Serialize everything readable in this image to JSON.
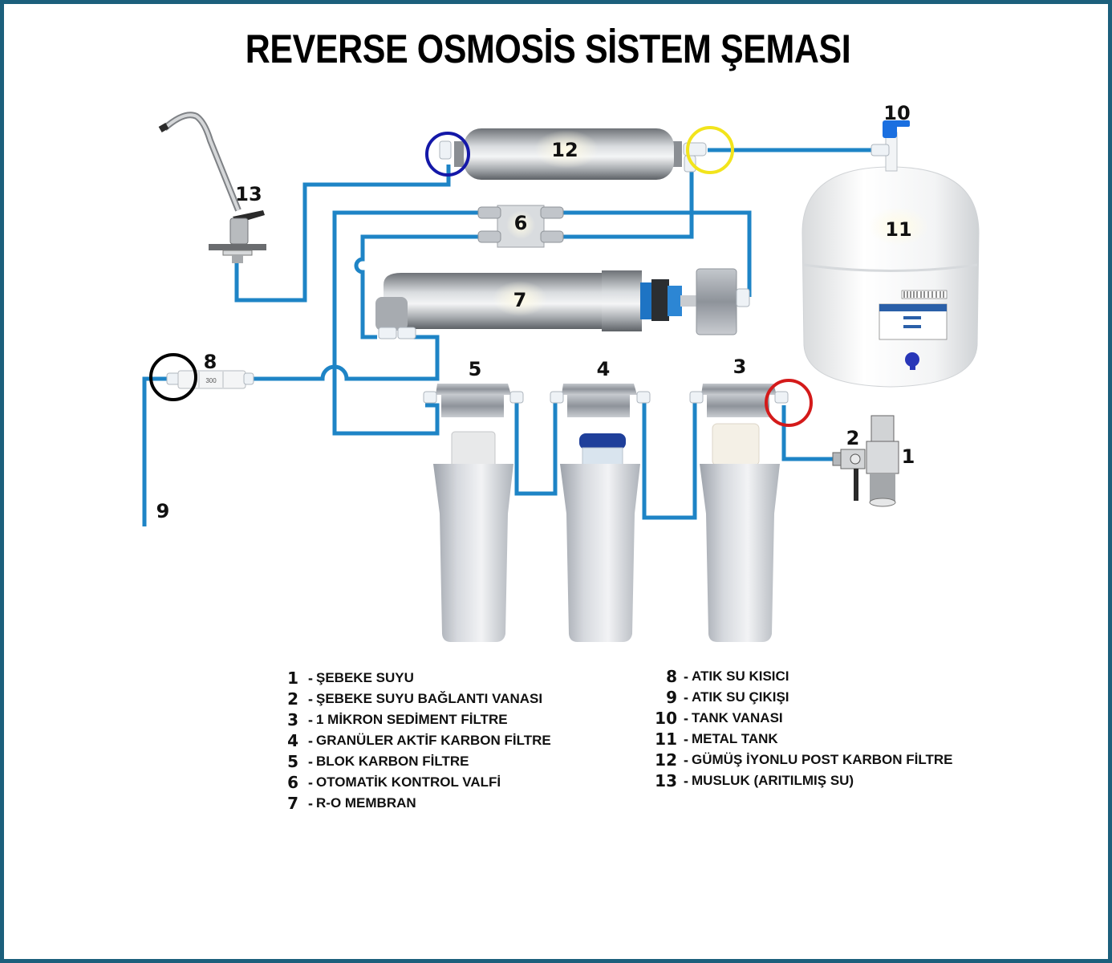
{
  "title": "REVERSE OSMOSİS SİSTEM ŞEMASI",
  "colors": {
    "frame": "#1c5f7c",
    "pipe": "#1e84c6",
    "circle_blue": "#1418a8",
    "circle_yellow": "#f2e41c",
    "circle_black": "#000000",
    "circle_red": "#d41a1a"
  },
  "diagram_labels": {
    "n1": "1",
    "n2": "2",
    "n3": "3",
    "n4": "4",
    "n5": "5",
    "n6": "6",
    "n7": "7",
    "n8": "8",
    "n9": "9",
    "n10": "10",
    "n11": "11",
    "n12": "12",
    "n13": "13",
    "restrictor_marking": "300"
  },
  "legend": {
    "left": [
      {
        "num": "1",
        "text": "ŞEBEKE SUYU"
      },
      {
        "num": "2",
        "text": "ŞEBEKE SUYU BAĞLANTI VANASI"
      },
      {
        "num": "3",
        "text": "1 MİKRON SEDİMENT FİLTRE"
      },
      {
        "num": "4",
        "text": "GRANÜLER AKTİF KARBON FİLTRE"
      },
      {
        "num": "5",
        "text": "BLOK KARBON FİLTRE"
      },
      {
        "num": "6",
        "text": "OTOMATİK KONTROL VALFİ"
      },
      {
        "num": "7",
        "text": "R-O MEMBRAN"
      }
    ],
    "right": [
      {
        "num": "8",
        "text": "ATIK SU KISICI"
      },
      {
        "num": "9",
        "text": "ATIK SU ÇIKIŞI"
      },
      {
        "num": "10",
        "text": "TANK VANASI"
      },
      {
        "num": "11",
        "text": "METAL TANK"
      },
      {
        "num": "12",
        "text": "GÜMÜŞ İYONLU POST KARBON FİLTRE"
      },
      {
        "num": "13",
        "text": "MUSLUK (ARITILMIŞ SU)"
      }
    ],
    "dash": "-"
  }
}
